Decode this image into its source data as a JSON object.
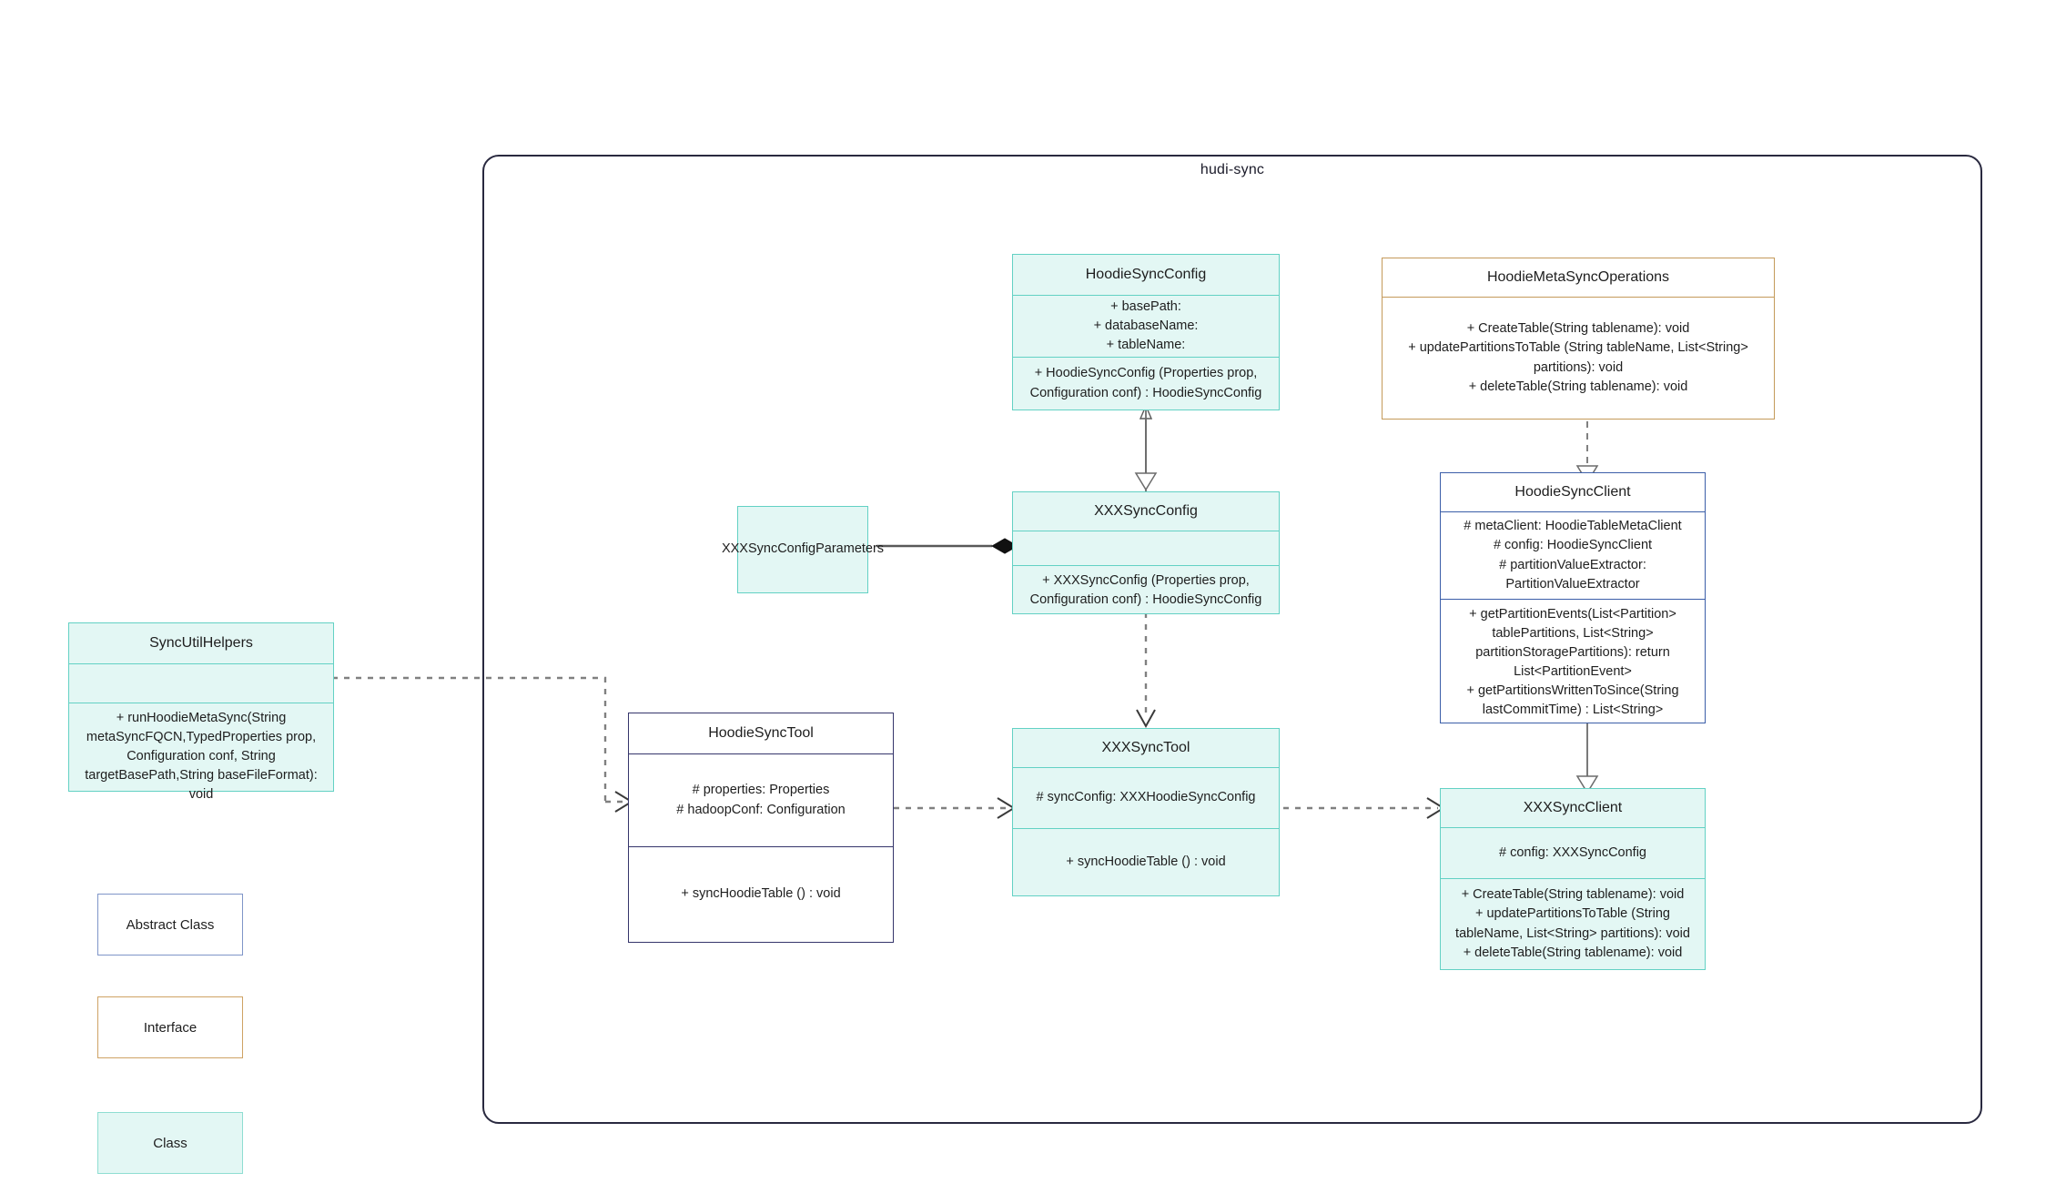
{
  "package": {
    "title": "hudi-sync"
  },
  "legend": [
    {
      "label": "Abstract Class",
      "kind": "abstract"
    },
    {
      "label": "Interface",
      "kind": "interface"
    },
    {
      "label": "Class",
      "kind": "class"
    }
  ],
  "classes": {
    "sync_util_helpers": {
      "name": "SyncUtilHelpers",
      "attributes": "",
      "methods": "+    runHoodieMetaSync(String metaSyncFQCN,TypedProperties prop, Configuration conf, String targetBasePath,String baseFileFormat): void",
      "stereotype": "class"
    },
    "hoodie_sync_config": {
      "name": "HoodieSyncConfig",
      "attributes": "+   basePath:\n+   databaseName:\n+   tableName:",
      "methods": "+   HoodieSyncConfig (Properties prop, Configuration conf) : HoodieSyncConfig",
      "stereotype": "class"
    },
    "hoodie_meta_sync_operations": {
      "name": "HoodieMetaSyncOperations",
      "methods": "+    CreateTable(String tablename): void\n+   updatePartitionsToTable (String tableName, List<String> partitions): void\n+    deleteTable(String tablename): void",
      "stereotype": "interface"
    },
    "xxx_sync_config_parameters": {
      "name": "XXXSyncConfigParameters",
      "stereotype": "class"
    },
    "xxx_sync_config": {
      "name": "XXXSyncConfig",
      "attributes": "",
      "methods": "+   XXXSyncConfig (Properties prop, Configuration conf) : HoodieSyncConfig",
      "stereotype": "class"
    },
    "hoodie_sync_client": {
      "name": "HoodieSyncClient",
      "attributes": "#   metaClient: HoodieTableMetaClient\n#   config: HoodieSyncClient\n#    partitionValueExtractor: PartitionValueExtractor",
      "methods": "+   getPartitionEvents(List<Partition> tablePartitions, List<String> partitionStoragePartitions): return List<PartitionEvent>\n+   getPartitionsWrittenToSince(String lastCommitTime) : List<String>",
      "stereotype": "abstract"
    },
    "hoodie_sync_tool": {
      "name": "HoodieSyncTool",
      "attributes": "#   properties: Properties\n#   hadoopConf: Configuration",
      "methods": "+   syncHoodieTable () : void",
      "stereotype": "abstract"
    },
    "xxx_sync_tool": {
      "name": "XXXSyncTool",
      "attributes": "#   syncConfig: XXXHoodieSyncConfig",
      "methods": "+   syncHoodieTable () : void",
      "stereotype": "class"
    },
    "xxx_sync_client": {
      "name": "XXXSyncClient",
      "attributes": "#    config: XXXSyncConfig",
      "methods": "+    CreateTable(String tablename): void\n+    updatePartitionsToTable (String tableName, List<String> partitions): void\n+   deleteTable(String tablename): void",
      "stereotype": "class"
    }
  },
  "colors": {
    "class_fill": "#e3f7f4",
    "class_border": "#63d1c4",
    "interface_border": "#c49a5a",
    "abstract_border": "#35356b",
    "abstract_blue_border": "#3b5ea8",
    "package_border": "#29293f",
    "edge": "#6b6b6b"
  },
  "relations": [
    {
      "name": "hoodie-sync-config-to-xxx-sync-config",
      "type": "generalization",
      "from": "xxx_sync_config",
      "to": "hoodie_sync_config"
    },
    {
      "name": "meta-sync-operations-to-hoodie-sync-client",
      "type": "realization",
      "from": "hoodie_sync_client",
      "to": "hoodie_meta_sync_operations"
    },
    {
      "name": "hoodie-sync-client-to-xxx-sync-client",
      "type": "generalization",
      "from": "xxx_sync_client",
      "to": "hoodie_sync_client"
    },
    {
      "name": "xxx-sync-config-parameters-composition",
      "type": "composition",
      "from": "xxx_sync_config",
      "to": "xxx_sync_config_parameters"
    },
    {
      "name": "xxx-sync-config-to-xxx-sync-tool",
      "type": "dependency",
      "from": "xxx_sync_config",
      "to": "xxx_sync_tool"
    },
    {
      "name": "sync-util-helpers-to-hoodie-sync-tool",
      "type": "dependency",
      "from": "sync_util_helpers",
      "to": "hoodie_sync_tool"
    },
    {
      "name": "hoodie-sync-tool-to-xxx-sync-tool",
      "type": "dependency",
      "from": "hoodie_sync_tool",
      "to": "xxx_sync_tool"
    },
    {
      "name": "xxx-sync-tool-to-xxx-sync-client",
      "type": "dependency",
      "from": "xxx_sync_tool",
      "to": "xxx_sync_client"
    }
  ]
}
